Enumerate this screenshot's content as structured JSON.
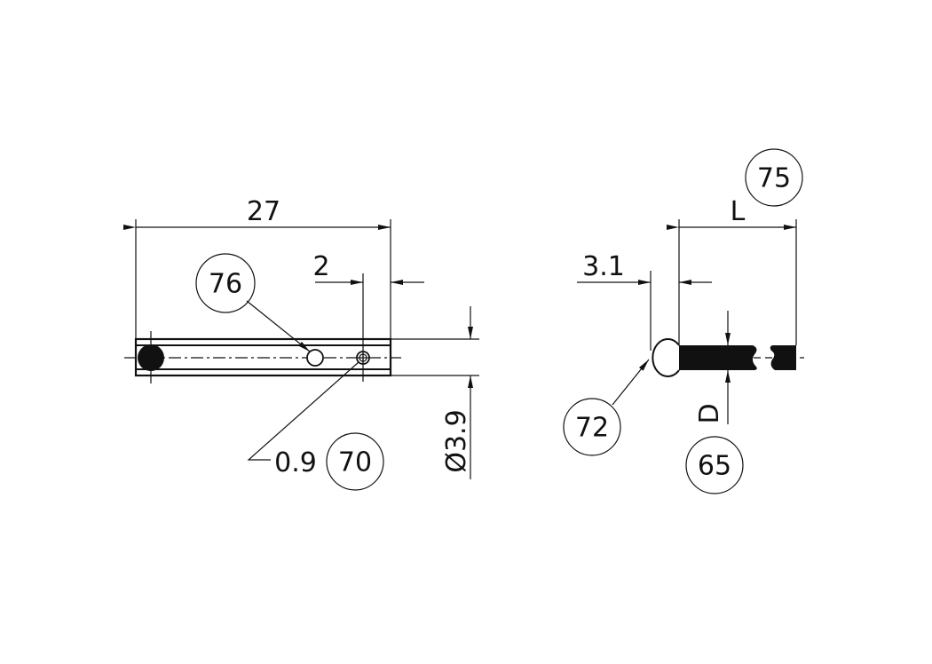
{
  "left_view": {
    "length_dim": "27",
    "offset_dim": "2",
    "diameter_dim": "Ø3.9",
    "hole_dim": "0.9",
    "balloons": [
      "76",
      "70"
    ]
  },
  "right_view": {
    "ball_dim": "3.1",
    "length_dim": "L",
    "diameter_dim": "D",
    "balloons": [
      "75",
      "72",
      "65"
    ]
  }
}
